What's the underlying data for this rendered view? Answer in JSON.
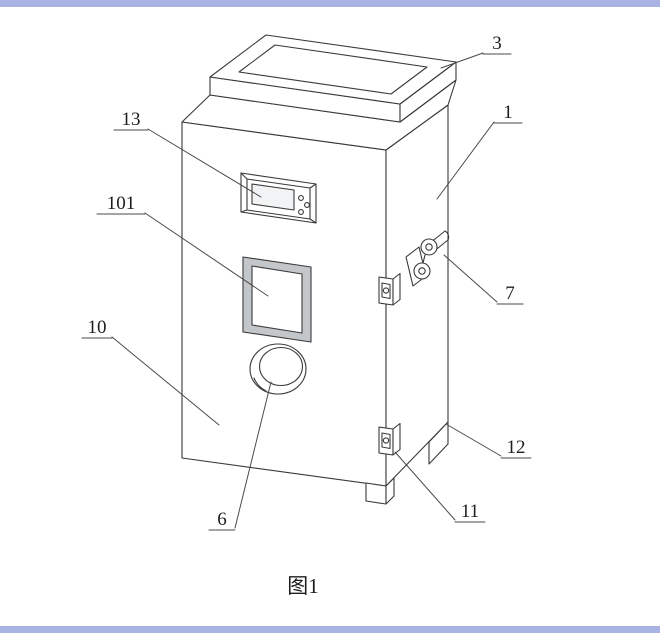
{
  "figure": {
    "caption": "图1",
    "labels": {
      "lid": "3",
      "body": "1",
      "display_panel": "13",
      "window": "101",
      "cabinet_front": "10",
      "latch": "7",
      "support_foot": "12",
      "hinge": "11",
      "knob": "6"
    }
  },
  "colors": {
    "accent_bar": "#a9b3e4",
    "drawing_line": "#3a3a3a",
    "window_frame_fill": "#c4c7ca",
    "screen_fill": "#f1f3f5",
    "background": "#ffffff"
  }
}
